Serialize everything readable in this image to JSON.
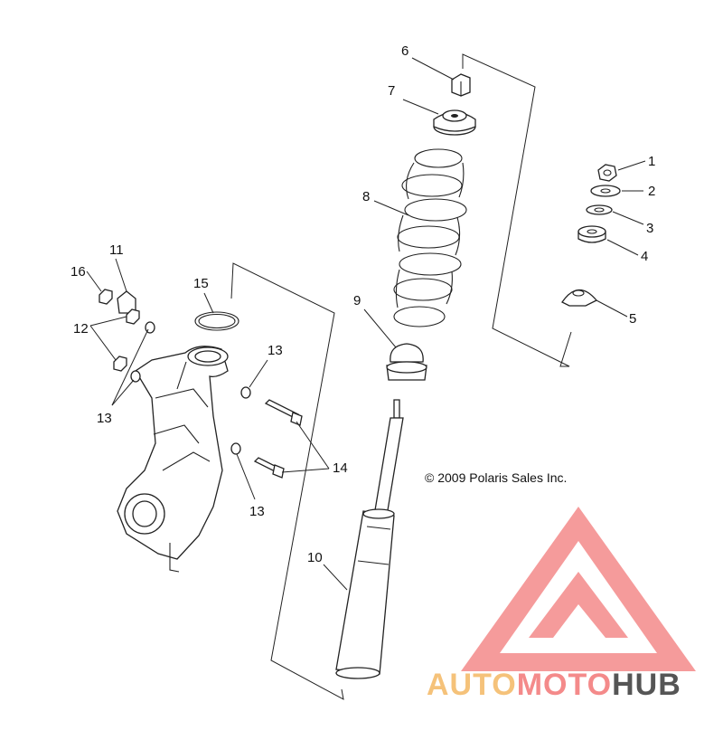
{
  "copyright": "© 2009 Polaris Sales Inc.",
  "watermark": {
    "word_a": "AUTO",
    "word_b": "MOTO",
    "word_c": "HUB",
    "color_a": "#f5c27a",
    "color_b": "#f48a8a",
    "color_c": "#555555",
    "logo_color": "#f48a8a"
  },
  "callouts": {
    "c1": "1",
    "c2": "2",
    "c3": "3",
    "c4": "4",
    "c5": "5",
    "c6": "6",
    "c7": "7",
    "c8": "8",
    "c9": "9",
    "c10": "10",
    "c11": "11",
    "c12": "12",
    "c13a": "13",
    "c13b": "13",
    "c13c": "13",
    "c14": "14",
    "c15": "15",
    "c16": "16"
  }
}
